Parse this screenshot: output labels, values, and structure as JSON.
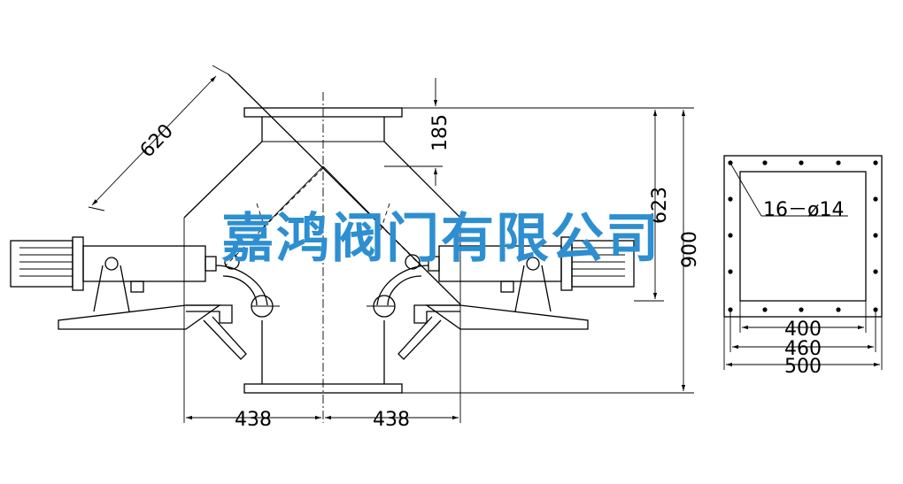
{
  "watermark": "嘉鸿阀门有限公司",
  "dimensions": {
    "chute_length": "620",
    "top_height": "185",
    "mid_height": "623",
    "total_height": "900",
    "left_offset": "438",
    "right_offset": "438",
    "bolt_holes": "16－ø14",
    "inner_width": "400",
    "bolt_pitch": "460",
    "flange_width": "500"
  }
}
